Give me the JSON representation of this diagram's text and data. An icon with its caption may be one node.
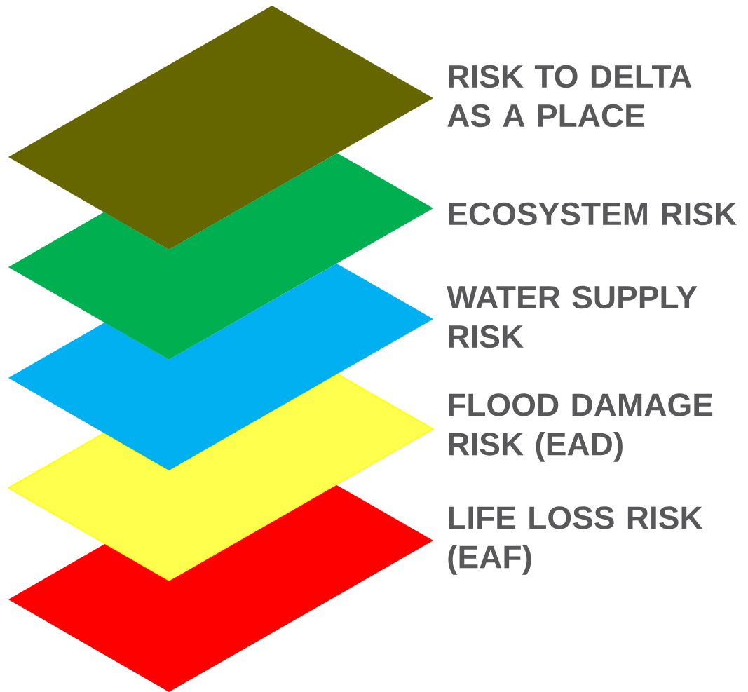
{
  "diagram": {
    "nodes": [
      {
        "text": [],
        "shape": "parallelogram",
        "beside": [
          "RISK TO DELTA AS A PLACE"
        ]
      },
      {
        "text": [],
        "shape": "parallelogram",
        "beside": [
          "ECOSYSTEM RISK"
        ]
      },
      {
        "text": [],
        "shape": "parallelogram",
        "beside": [
          "WATER SUPPLY RISK"
        ]
      },
      {
        "text": [],
        "shape": "parallelogram",
        "beside": [
          "FLOOD DAMAGE RISK (EAD)"
        ]
      },
      {
        "text": [],
        "shape": "parallelogram",
        "beside": [
          "LIFE LOSS RISK (EAF)"
        ]
      }
    ]
  }
}
